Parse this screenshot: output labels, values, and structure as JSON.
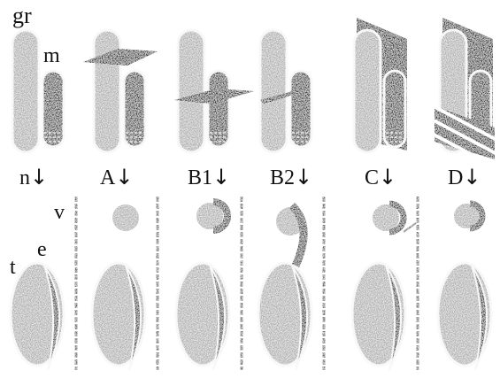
{
  "labels": {
    "gr": "gr",
    "m": "m",
    "v": "v",
    "e": "e",
    "t": "t"
  },
  "panels": [
    {
      "id": "n",
      "label": "n",
      "arrow": "↓"
    },
    {
      "id": "A",
      "label": "A",
      "arrow": "↓"
    },
    {
      "id": "B1",
      "label": "B1",
      "arrow": "↓"
    },
    {
      "id": "B2",
      "label": "B2",
      "arrow": "↓"
    },
    {
      "id": "C",
      "label": "C",
      "arrow": "↓"
    },
    {
      "id": "D",
      "label": "D",
      "arrow": "↓"
    }
  ],
  "colors": {
    "gray_body": "#a8a8a8",
    "dark_body": "#1e1e1e",
    "outline": "#f4f4f4",
    "plane": "#000000",
    "background": "#ffffff"
  }
}
